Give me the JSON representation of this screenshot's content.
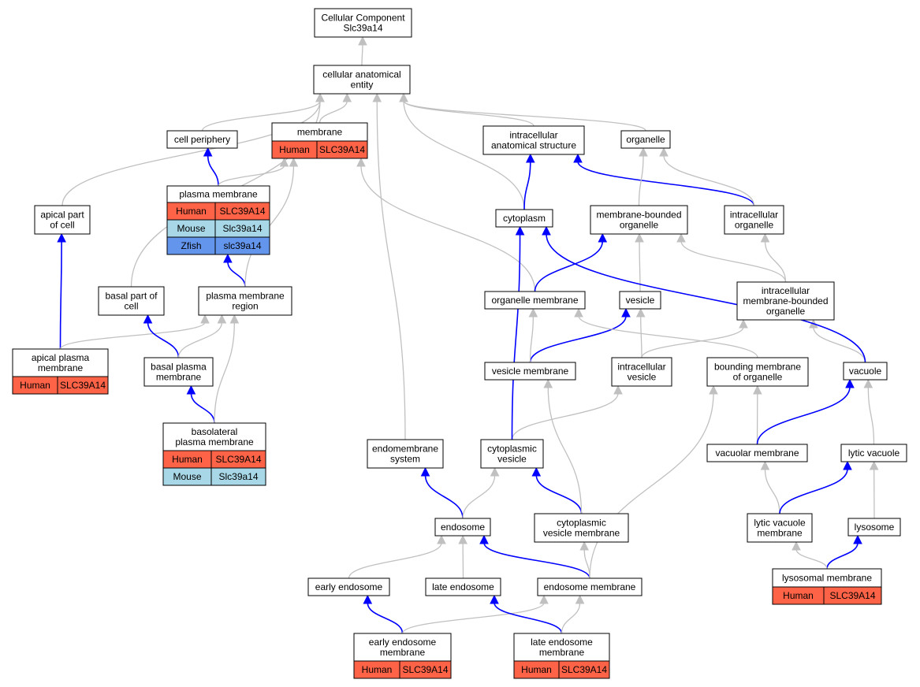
{
  "colors": {
    "human": "#ff6347",
    "mouse": "#a8d8e8",
    "zfish": "#6495ed",
    "is_a_edge": "#c0c0c0",
    "part_of_edge": "#0000ff"
  },
  "nodes": [
    {
      "id": "root",
      "lines": [
        "Cellular Component",
        "Slc39a14"
      ]
    },
    {
      "id": "cae",
      "lines": [
        "cellular anatomical",
        "entity"
      ]
    },
    {
      "id": "membrane",
      "lines": [
        "membrane"
      ],
      "annotations": [
        {
          "species": "human",
          "label": "Human",
          "gene": "SLC39A14"
        }
      ]
    },
    {
      "id": "cellperiph",
      "lines": [
        "cell periphery"
      ]
    },
    {
      "id": "ias",
      "lines": [
        "intracellular",
        "anatomical structure"
      ]
    },
    {
      "id": "organelle",
      "lines": [
        "organelle"
      ]
    },
    {
      "id": "pm",
      "lines": [
        "plasma membrane"
      ],
      "annotations": [
        {
          "species": "human",
          "label": "Human",
          "gene": "SLC39A14"
        },
        {
          "species": "mouse",
          "label": "Mouse",
          "gene": "Slc39a14"
        },
        {
          "species": "zfish",
          "label": "Zfish",
          "gene": "slc39a14"
        }
      ]
    },
    {
      "id": "apical",
      "lines": [
        "apical part",
        "of cell"
      ]
    },
    {
      "id": "cytoplasm",
      "lines": [
        "cytoplasm"
      ]
    },
    {
      "id": "mbo",
      "lines": [
        "membrane-bounded",
        "organelle"
      ]
    },
    {
      "id": "io",
      "lines": [
        "intracellular",
        "organelle"
      ]
    },
    {
      "id": "basal",
      "lines": [
        "basal part of",
        "cell"
      ]
    },
    {
      "id": "pmr",
      "lines": [
        "plasma membrane",
        "region"
      ]
    },
    {
      "id": "orgmem",
      "lines": [
        "organelle membrane"
      ]
    },
    {
      "id": "vesicle",
      "lines": [
        "vesicle"
      ]
    },
    {
      "id": "imbo",
      "lines": [
        "intracellular",
        "membrane-bounded",
        "organelle"
      ]
    },
    {
      "id": "apm",
      "lines": [
        "apical plasma",
        "membrane"
      ],
      "annotations": [
        {
          "species": "human",
          "label": "Human",
          "gene": "SLC39A14"
        }
      ]
    },
    {
      "id": "bpm",
      "lines": [
        "basal plasma",
        "membrane"
      ]
    },
    {
      "id": "vesmem",
      "lines": [
        "vesicle membrane"
      ]
    },
    {
      "id": "iv",
      "lines": [
        "intracellular",
        "vesicle"
      ]
    },
    {
      "id": "bmo",
      "lines": [
        "bounding membrane",
        "of organelle"
      ]
    },
    {
      "id": "vacuole",
      "lines": [
        "vacuole"
      ]
    },
    {
      "id": "blpm",
      "lines": [
        "basolateral",
        "plasma membrane"
      ],
      "annotations": [
        {
          "species": "human",
          "label": "Human",
          "gene": "SLC39A14"
        },
        {
          "species": "mouse",
          "label": "Mouse",
          "gene": "Slc39a14"
        }
      ]
    },
    {
      "id": "ems",
      "lines": [
        "endomembrane",
        "system"
      ]
    },
    {
      "id": "cv",
      "lines": [
        "cytoplasmic",
        "vesicle"
      ]
    },
    {
      "id": "vacmem",
      "lines": [
        "vacuolar membrane"
      ]
    },
    {
      "id": "lytvac",
      "lines": [
        "lytic vacuole"
      ]
    },
    {
      "id": "endosome",
      "lines": [
        "endosome"
      ]
    },
    {
      "id": "cvm",
      "lines": [
        "cytoplasmic",
        "vesicle membrane"
      ]
    },
    {
      "id": "lvm",
      "lines": [
        "lytic vacuole",
        "membrane"
      ]
    },
    {
      "id": "lysosome",
      "lines": [
        "lysosome"
      ]
    },
    {
      "id": "ee",
      "lines": [
        "early endosome"
      ]
    },
    {
      "id": "le",
      "lines": [
        "late endosome"
      ]
    },
    {
      "id": "em",
      "lines": [
        "endosome membrane"
      ]
    },
    {
      "id": "lysmem",
      "lines": [
        "lysosomal membrane"
      ],
      "annotations": [
        {
          "species": "human",
          "label": "Human",
          "gene": "SLC39A14"
        }
      ]
    },
    {
      "id": "eem",
      "lines": [
        "early endosome",
        "membrane"
      ],
      "annotations": [
        {
          "species": "human",
          "label": "Human",
          "gene": "SLC39A14"
        }
      ]
    },
    {
      "id": "lem",
      "lines": [
        "late endosome",
        "membrane"
      ],
      "annotations": [
        {
          "species": "human",
          "label": "Human",
          "gene": "SLC39A14"
        }
      ]
    }
  ],
  "edges": [
    {
      "from": "cae",
      "to": "root",
      "type": "gray"
    },
    {
      "from": "cellperiph",
      "to": "cae",
      "type": "gray"
    },
    {
      "from": "membrane",
      "to": "cae",
      "type": "gray"
    },
    {
      "from": "ias",
      "to": "cae",
      "type": "gray"
    },
    {
      "from": "organelle",
      "to": "cae",
      "type": "gray"
    },
    {
      "from": "apical",
      "to": "cae",
      "type": "gray"
    },
    {
      "from": "basal",
      "to": "cae",
      "type": "gray"
    },
    {
      "from": "ems",
      "to": "cae",
      "type": "gray"
    },
    {
      "from": "cytoplasm",
      "to": "cae",
      "type": "gray"
    },
    {
      "from": "pm",
      "to": "cellperiph",
      "type": "blue"
    },
    {
      "from": "pm",
      "to": "membrane",
      "type": "gray"
    },
    {
      "from": "pmr",
      "to": "pm",
      "type": "blue"
    },
    {
      "from": "pmr",
      "to": "membrane",
      "type": "gray"
    },
    {
      "from": "orgmem",
      "to": "membrane",
      "type": "gray"
    },
    {
      "from": "apm",
      "to": "apical",
      "type": "blue"
    },
    {
      "from": "apm",
      "to": "pmr",
      "type": "gray"
    },
    {
      "from": "bpm",
      "to": "basal",
      "type": "blue"
    },
    {
      "from": "bpm",
      "to": "pmr",
      "type": "gray"
    },
    {
      "from": "blpm",
      "to": "bpm",
      "type": "blue"
    },
    {
      "from": "blpm",
      "to": "pmr",
      "type": "gray"
    },
    {
      "from": "cytoplasm",
      "to": "ias",
      "type": "blue"
    },
    {
      "from": "io",
      "to": "ias",
      "type": "blue"
    },
    {
      "from": "io",
      "to": "organelle",
      "type": "gray"
    },
    {
      "from": "mbo",
      "to": "organelle",
      "type": "gray"
    },
    {
      "from": "imbo",
      "to": "mbo",
      "type": "gray"
    },
    {
      "from": "imbo",
      "to": "io",
      "type": "gray"
    },
    {
      "from": "orgmem",
      "to": "mbo",
      "type": "blue"
    },
    {
      "from": "vesicle",
      "to": "mbo",
      "type": "gray"
    },
    {
      "from": "iv",
      "to": "vesicle",
      "type": "gray"
    },
    {
      "from": "iv",
      "to": "imbo",
      "type": "gray"
    },
    {
      "from": "vesmem",
      "to": "vesicle",
      "type": "blue"
    },
    {
      "from": "vesmem",
      "to": "orgmem",
      "type": "gray"
    },
    {
      "from": "bmo",
      "to": "orgmem",
      "type": "gray"
    },
    {
      "from": "vacuole",
      "to": "imbo",
      "type": "gray"
    },
    {
      "from": "vacuole",
      "to": "cytoplasm",
      "type": "blue"
    },
    {
      "from": "cv",
      "to": "iv",
      "type": "gray"
    },
    {
      "from": "cv",
      "to": "cytoplasm",
      "type": "blue"
    },
    {
      "from": "vacmem",
      "to": "bmo",
      "type": "gray"
    },
    {
      "from": "vacmem",
      "to": "vacuole",
      "type": "blue"
    },
    {
      "from": "lytvac",
      "to": "vacuole",
      "type": "gray"
    },
    {
      "from": "endosome",
      "to": "ems",
      "type": "blue"
    },
    {
      "from": "endosome",
      "to": "cv",
      "type": "gray"
    },
    {
      "from": "cvm",
      "to": "cv",
      "type": "blue"
    },
    {
      "from": "cvm",
      "to": "vesmem",
      "type": "gray"
    },
    {
      "from": "lvm",
      "to": "vacmem",
      "type": "gray"
    },
    {
      "from": "lvm",
      "to": "lytvac",
      "type": "blue"
    },
    {
      "from": "lysosome",
      "to": "lytvac",
      "type": "gray"
    },
    {
      "from": "ee",
      "to": "endosome",
      "type": "gray"
    },
    {
      "from": "le",
      "to": "endosome",
      "type": "gray"
    },
    {
      "from": "em",
      "to": "endosome",
      "type": "blue"
    },
    {
      "from": "em",
      "to": "cvm",
      "type": "gray"
    },
    {
      "from": "em",
      "to": "bmo",
      "type": "gray"
    },
    {
      "from": "lysmem",
      "to": "lysosome",
      "type": "blue"
    },
    {
      "from": "lysmem",
      "to": "lvm",
      "type": "gray"
    },
    {
      "from": "eem",
      "to": "ee",
      "type": "blue"
    },
    {
      "from": "eem",
      "to": "em",
      "type": "gray"
    },
    {
      "from": "lem",
      "to": "le",
      "type": "blue"
    },
    {
      "from": "lem",
      "to": "em",
      "type": "gray"
    }
  ]
}
